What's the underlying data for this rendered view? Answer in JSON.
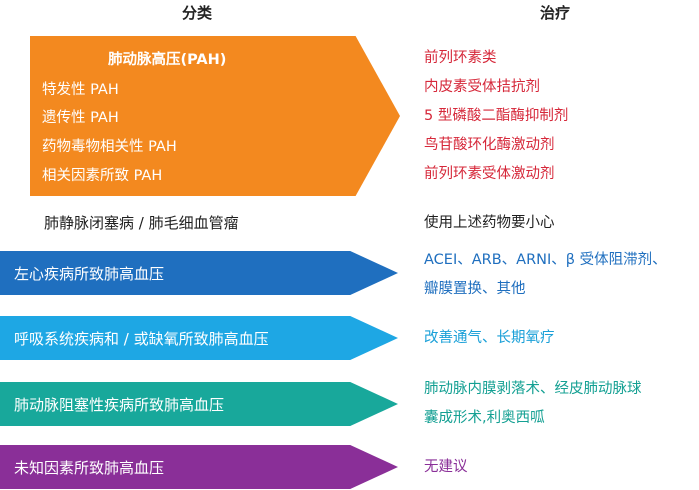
{
  "headers": {
    "category": "分类",
    "treatment": "治疗"
  },
  "pah": {
    "title": "肺动脉高压(PAH)",
    "items": [
      "特发性 PAH",
      "遗传性 PAH",
      "药物毒物相关性 PAH",
      "相关因素所致 PAH"
    ],
    "treatments": [
      "前列环素类",
      "内皮素受体拮抗剂",
      "5 型磷酸二酯酶抑制剂",
      "鸟苷酸环化酶激动剂",
      "前列环素受体激动剂"
    ]
  },
  "pvod": {
    "label": "肺静脉闭塞病 / 肺毛细血管瘤",
    "treatment": "使用上述药物要小心"
  },
  "groups": [
    {
      "label": "左心疾病所致肺高血压",
      "treatment": [
        "ACEI、ARB、ARNI、β 受体阻滞剂、",
        "瓣膜置换、其他"
      ]
    },
    {
      "label": "呼吸系统疾病和 / 或缺氧所致肺高血压",
      "treatment": [
        "改善通气、长期氧疗"
      ]
    },
    {
      "label": "肺动脉阻塞性疾病所致肺高血压",
      "treatment": [
        "肺动脉内膜剥落术、经皮肺动脉球",
        "囊成形术,利奥西呱"
      ]
    },
    {
      "label": "未知因素所致肺高血压",
      "treatment": [
        "无建议"
      ]
    }
  ],
  "colors": {
    "orange": "#f3891f",
    "blue": "#1f6fbf",
    "cyan": "#1ea7e4",
    "teal": "#18a89b",
    "purple": "#8a2f98",
    "red_text": "#d6283a"
  }
}
